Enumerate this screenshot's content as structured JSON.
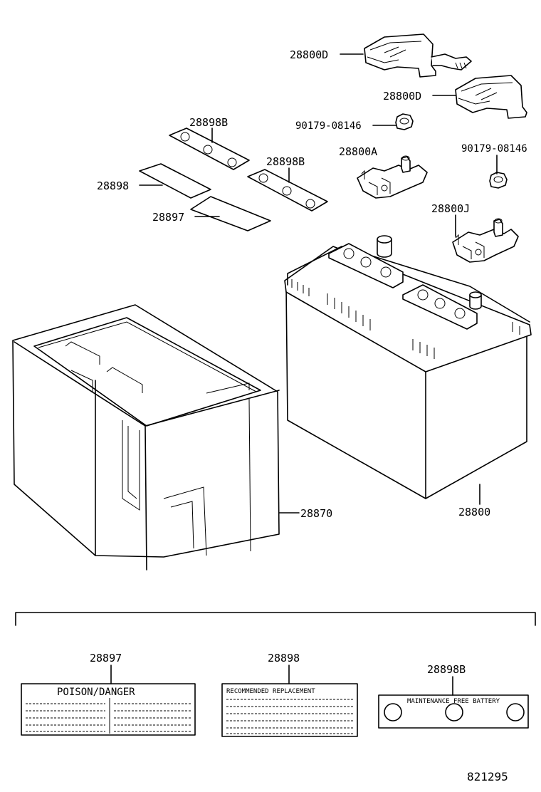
{
  "callouts": {
    "terminal_cover_upper": "28800D",
    "terminal_cover_lower": "28800D",
    "nut_left": "90179-08146",
    "nut_right": "90179-08146",
    "label_plate_upper": "28898B",
    "label_plate_lower": "28898B",
    "terminal_clamp_a": "28800A",
    "terminal_clamp_j": "28800J",
    "sticker_plain": "28898",
    "sticker_small": "28897",
    "battery_tray": "28870",
    "battery": "28800"
  },
  "stickers": {
    "poison": {
      "part": "28897",
      "title": "POISON/DANGER"
    },
    "recommended": {
      "part": "28898",
      "title": "RECOMMENDED REPLACEMENT"
    },
    "maintenance": {
      "part": "28898B",
      "title": "MAINTENANCE FREE BATTERY"
    }
  },
  "drawing_number": "821295"
}
